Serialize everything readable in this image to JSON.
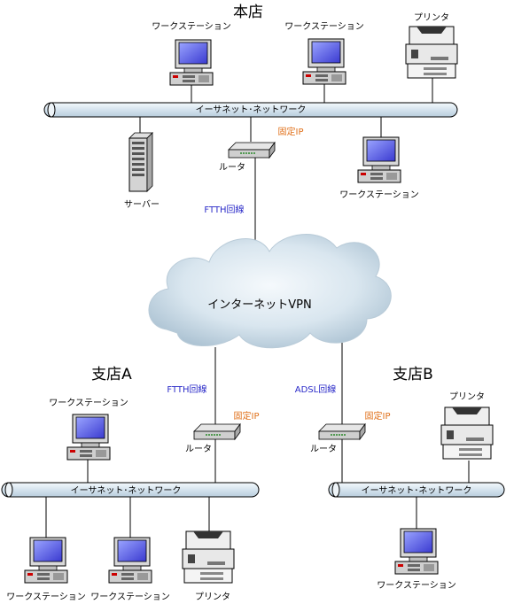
{
  "sites": {
    "main": "本店",
    "branch_a": "支店A",
    "branch_b": "支店B"
  },
  "labels": {
    "workstation": "ワークステーション",
    "printer": "プリンタ",
    "server": "サーバー",
    "router": "ルータ",
    "ethernet": "イーサネット･ネットワーク",
    "fixed_ip": "固定IP",
    "ftth": "FTTH回線",
    "adsl": "ADSL回線",
    "internet_vpn": "インターネットVPN"
  },
  "colors": {
    "link_label": "#2a2ac8",
    "ip_label": "#e0701a",
    "bus": "#dde9f2",
    "cloud": "#cfe0ec"
  }
}
